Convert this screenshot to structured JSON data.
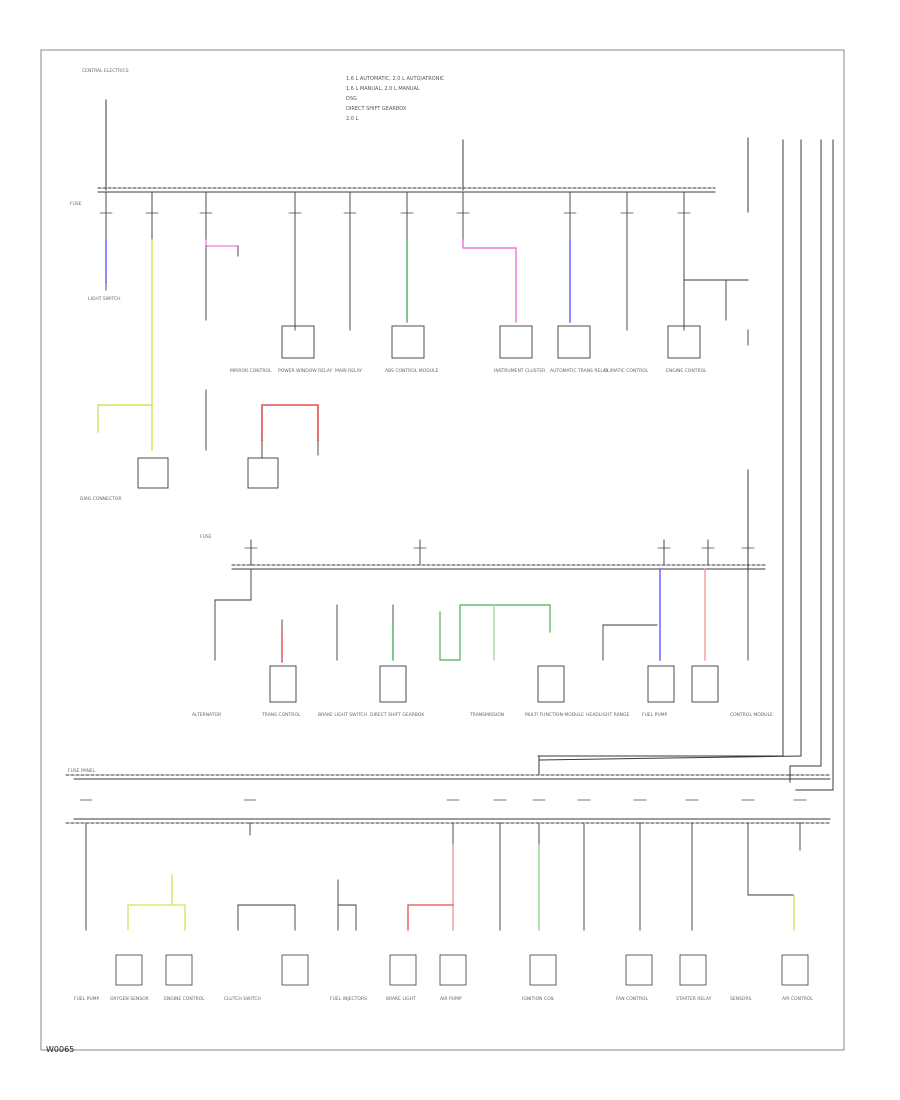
{
  "figure_id": "W0065",
  "legend": [
    "1.6 L AUTOMATIC, 2.0 L AUTO/ATRONIC",
    "1.6 L MANUAL, 2.0 L MANUAL",
    "DSG",
    "DIRECT SHIFT GEARBOX",
    "2.0 L"
  ],
  "colors": {
    "line": "#3a3a3a",
    "frame": "#777777",
    "blue": "#5a5aff",
    "yellow": "#d6e05a",
    "pink": "#e85ad6",
    "green": "#4caf50",
    "red": "#e05050",
    "light_red": "#ee9a9a",
    "light_green": "#8fd88f"
  },
  "top_feed_label": "CENTRAL ELECTRICS",
  "upper_bus": {
    "fuse_label": "FUSE",
    "components": [
      "LIGHT SWITCH",
      "MIRROR CONTROL",
      "DIAG CONNECTOR",
      "POWER WINDOW RELAY",
      "ABS CONTROL MODULE",
      "MAIN RELAY",
      "INSTRUMENT CLUSTER",
      "AUTOMATIC TRANS RELAY",
      "CLIMATIC CONTROL",
      "ENGINE CONTROL"
    ]
  },
  "middle_bus": {
    "fuse_label": "FUSE",
    "components": [
      "ALTERNATOR",
      "TRANS CONTROL",
      "BRAKE LIGHT SWITCH",
      "DIRECT SHIFT GEARBOX",
      "TRANSMISSION",
      "MULTI FUNCTION MODULE",
      "HEADLIGHT RANGE",
      "FUEL PUMP",
      "CONTROL MODULE"
    ]
  },
  "lower_bus": {
    "name": "FUSE PANEL",
    "components": [
      "FUEL PUMP",
      "OXYGEN SENSOR",
      "ENGINE CONTROL",
      "CLUTCH SWITCH",
      "FUEL INJECTORS",
      "AIR PUMP",
      "BRAKE LIGHT",
      "IGNITION COIL",
      "FAN CONTROL",
      "STARTER RELAY",
      "SENSORS",
      "AIR CONTROL"
    ]
  }
}
